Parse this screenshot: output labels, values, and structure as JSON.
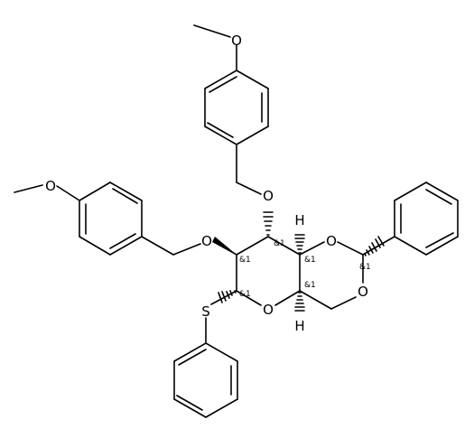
{
  "molecule": {
    "atom_labels": {
      "o_methoxy_top": "O",
      "o_methoxy_left": "O",
      "o_c3": "O",
      "o_c2": "O",
      "o_acetal_top": "O",
      "o_acetal_bottom": "O",
      "o_ring": "O",
      "s_thio": "S",
      "h_c4": "H",
      "h_c5": "H"
    },
    "stereo_labels": {
      "c3": "&1",
      "c2": "&1",
      "c4": "&1",
      "c5": "&1",
      "c1": "&1",
      "c_acetal": "&1"
    }
  }
}
